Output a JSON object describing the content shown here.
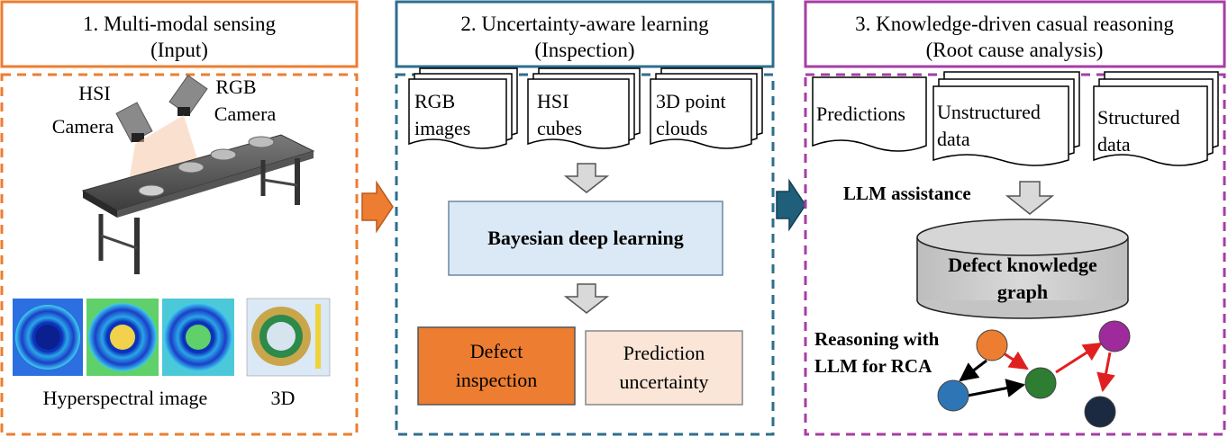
{
  "panel1": {
    "title_line1": "1. Multi-modal sensing",
    "title_line2": "(Input)",
    "hsi_label_line1": "HSI",
    "hsi_label_line2": "Camera",
    "rgb_label_line1": "RGB",
    "rgb_label_line2": "Camera",
    "hyperspectral_label": "Hyperspectral image",
    "three_d_label": "3D"
  },
  "panel2": {
    "title_line1": "2. Uncertainty-aware learning",
    "title_line2": "(Inspection)",
    "doc1_line1": "RGB",
    "doc1_line2": "images",
    "doc2_line1": "HSI",
    "doc2_line2": "cubes",
    "doc3_line1": "3D point",
    "doc3_line2": "clouds",
    "model_label": "Bayesian deep learning",
    "out1_line1": "Defect",
    "out1_line2": "inspection",
    "out2_line1": "Prediction",
    "out2_line2": "uncertainty"
  },
  "panel3": {
    "title_line1": "3. Knowledge-driven  casual reasoning",
    "title_line2": "(Root cause analysis)",
    "doc1_label": "Predictions",
    "doc2_line1": "Unstructured",
    "doc2_line2": "data",
    "doc3_line1": "Structured",
    "doc3_line2": "data",
    "llm_assist_label": "LLM assistance",
    "kg_line1": "Defect knowledge",
    "kg_line2": "graph",
    "reasoning_line1": "Reasoning with",
    "reasoning_line2": "LLM  for RCA"
  },
  "colors": {
    "panel1_border": "#ed7d31",
    "panel2_border": "#2e6e8e",
    "panel3_border": "#a43ea4",
    "model_fill": "#dbe9f6",
    "defect_fill": "#ed7d31",
    "uncertainty_fill": "#fbe5d6",
    "node_orange": "#ed7d31",
    "node_blue": "#2e75b6",
    "node_green": "#2e7d32",
    "node_purple": "#9e2a9c",
    "node_navy": "#1b2a41",
    "edge_red": "#e02020"
  },
  "icons": [
    "hsi-camera-icon",
    "rgb-camera-icon",
    "conveyor-belt-icon",
    "bearing-image-icon",
    "point-cloud-icon"
  ]
}
